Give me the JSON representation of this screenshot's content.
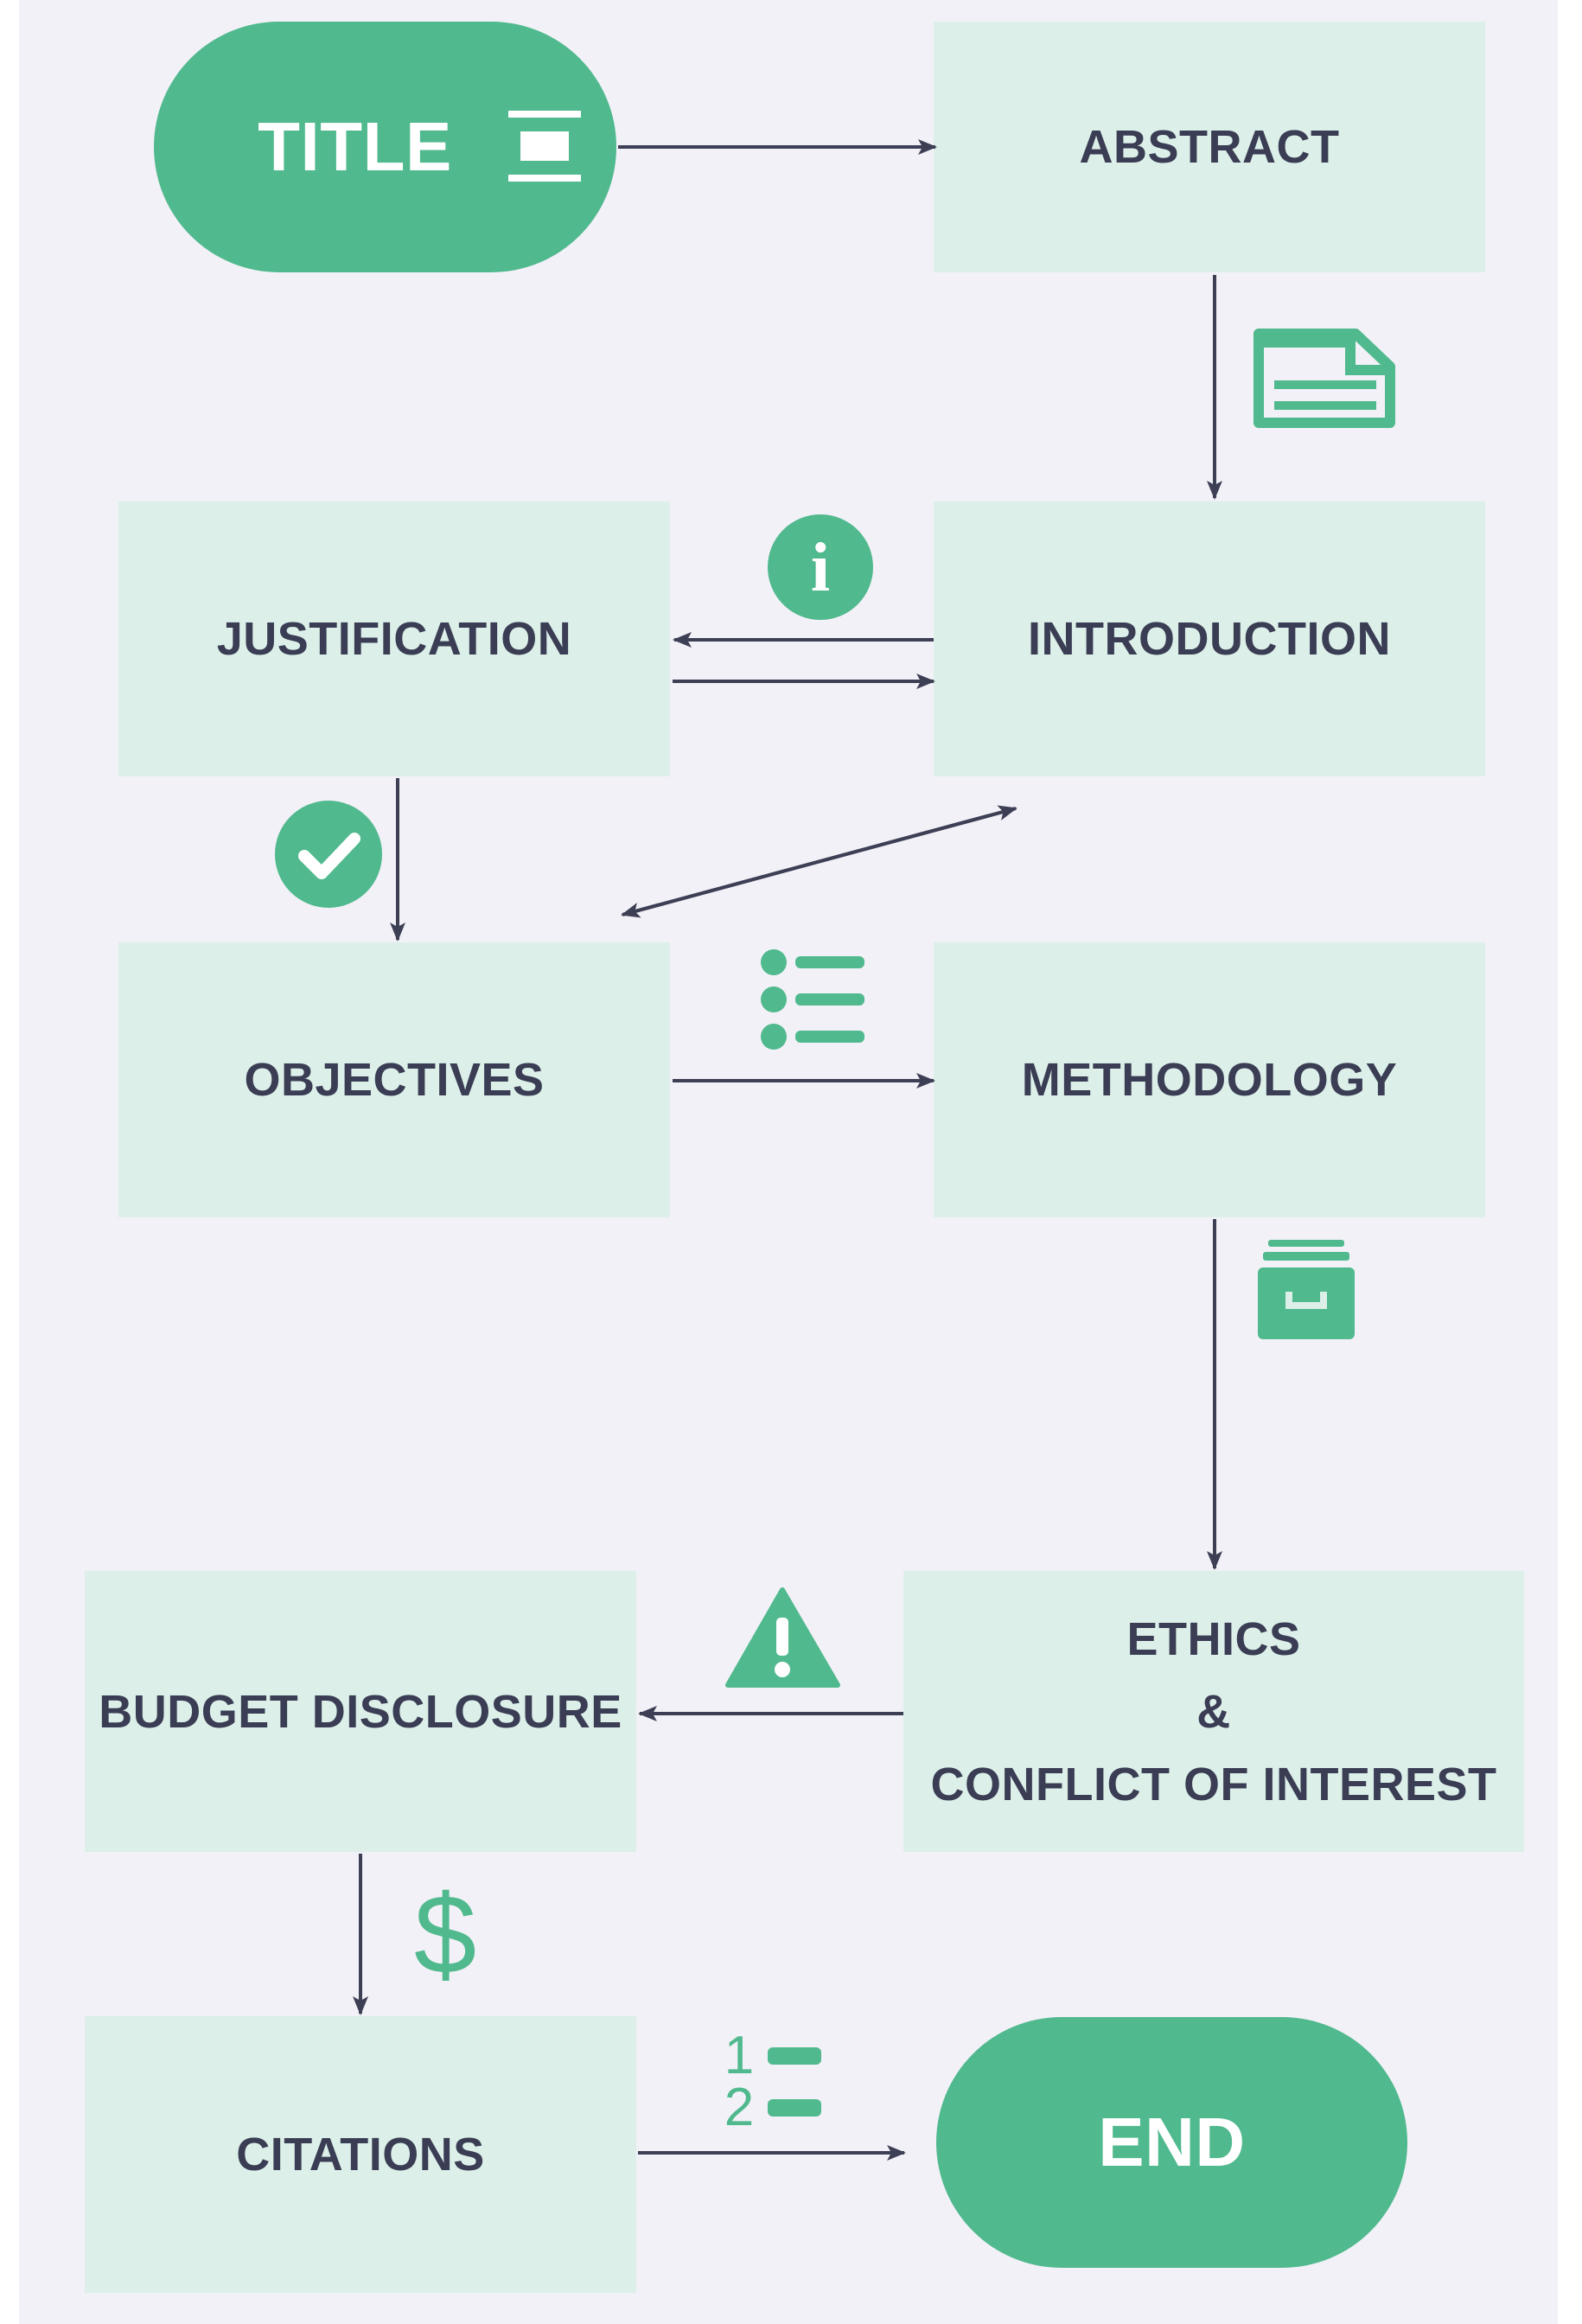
{
  "diagram": {
    "nodes": {
      "title": "TITLE",
      "abstract": "ABSTRACT",
      "justification": "JUSTIFICATION",
      "introduction": "INTRODUCTION",
      "objectives": "OBJECTIVES",
      "methodology": "METHODOLOGY",
      "ethics_line1": "ETHICS",
      "ethics_line2": "&",
      "ethics_line3": "CONFLICT OF INTEREST",
      "budget": "BUDGET DISCLOSURE",
      "citations": "CITATIONS",
      "end": "END"
    },
    "icons": {
      "abstract_to_introduction": "document-icon",
      "introduction_to_justification": "info-icon",
      "justification_to_objectives": "checkmark-icon",
      "objectives_to_methodology": "list-icon",
      "methodology_to_ethics": "archive-icon",
      "ethics_to_budget": "warning-icon",
      "budget_to_citations": "dollar-icon",
      "citations_to_end": "numbered-list-icon"
    },
    "icon_labels": {
      "dollar": "$",
      "number_one": "1",
      "number_two": "2",
      "info": "i"
    },
    "colors": {
      "accent": "#50b98e",
      "box_fill": "#dcf0e9",
      "text": "#3a3d54",
      "arrow": "#3d3f55",
      "background": "#f2f1f7"
    }
  }
}
